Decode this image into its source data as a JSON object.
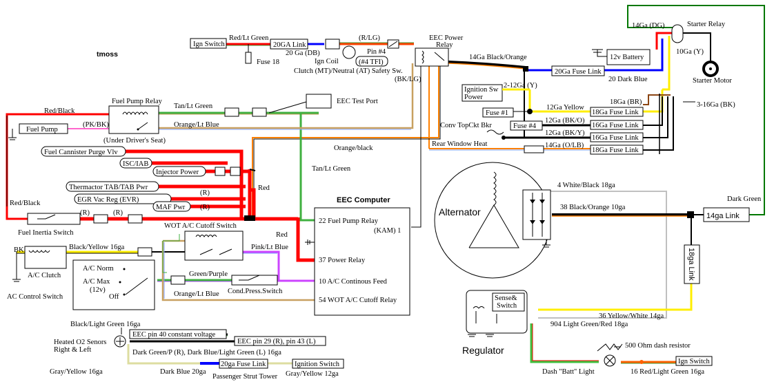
{
  "author": "tmoss",
  "blocks": {
    "eec_computer": "EEC Computer",
    "alternator": "Alternator",
    "regulator": "Regulator",
    "sense_switch": "Sense& Switch",
    "link_14ga": "14ga Link",
    "link_18ga": "18ga Link",
    "battery": "12v Battery",
    "eec_test_port": "EEC Test Port"
  },
  "eec_pins": {
    "kam": "(KAM) 1",
    "p22": "22 Fuel Pump Relay",
    "p37": "37 Power Relay",
    "p10": "10 A/C Continous Feed",
    "p54": "54 WOT A/C Cutoff Relay"
  },
  "labels": {
    "ign_switch_top": "Ign Switch",
    "red_lt_green": "Red/Lt Green",
    "link_20ga": "20GA Link",
    "ga20_db": "20 Ga (DB)",
    "fuse18": "Fuse 18",
    "ign_coil": "Ign Coil",
    "r_lg": "(R/LG)",
    "pin4": "Pin #4",
    "tfi": "(#4 TFI)",
    "clutch_neutral": "Clutch (MT)/Neutral (AT) Safety Sw.",
    "bk_lg": "(BK/LG)",
    "eec_power_relay_1": "EEC Power",
    "eec_power_relay_2": "Relay",
    "ga14_black_orange": "14Ga Black/Orange",
    "fuse_link_20ga": "20Ga Fuse Link",
    "dark_blue_20": "20 Dark Blue",
    "ga14_dg": "14Ga (DG)",
    "starter_relay": "Starter Relay",
    "ga10_y": "10Ga (Y)",
    "starter_motor": "Starter Motor",
    "ignition_sw_power_1": "Ignition Sw",
    "ignition_sw_power_2": "Power",
    "ga2_12_y": "2-12Ga (Y)",
    "fuse1": "Fuse #1",
    "yellow_12ga": "12Ga Yellow",
    "fuse_link_18ga_a": "18Ga Fuse Link",
    "ga18_br": "18Ga (BR)",
    "ga3_16_bk": "3-16Ga (BK)",
    "fuse4": "Fuse #4",
    "ga12_bk_o": "12Ga (BK/O)",
    "fuse_link_16ga_a": "16Ga Fuse Link",
    "conv_top": "Conv TopCkt Bkr",
    "ga12_bk_y": "12Ga (BK/Y)",
    "rear_window": "Rear Window Heat",
    "fuse_link_16ga_b": "16Ga Fuse Link",
    "ga14_o_lb": "14Ga (O/LB)",
    "fuse_link_18ga_b": "18Ga Fuse Link",
    "red_black_top": "Red/Black",
    "fuel_pump_relay": "Fuel Pump Relay",
    "tan_lt_green_top": "Tan/Lt Green",
    "fuel_pump": "Fuel Pump",
    "pk_bk": "(PK/BK)",
    "orange_lt_blue_top": "Orange/Lt Blue",
    "under_seat": "(Under Driver's Seat)",
    "orange_black": "Orange/black",
    "fuel_canister": "Fuel Cannister Purge Vlv",
    "isc_iab": "ISC/IAB",
    "injector_power": "Injector Power",
    "tan_lt_green_mid": "Tan/Lt Green",
    "thermactor": "Thermactor TAB/TAB Pwr",
    "egr": "EGR Vac Reg (EVR)",
    "maf": "MAF Pwr",
    "r": "(R)",
    "red_mid": "Red",
    "red_black_left": "Red/Black",
    "fuel_inertia": "Fuel Inertia Switch",
    "wot_cutoff": "WOT A/C Cutoff Switch",
    "red_lower": "Red",
    "bk": "BK",
    "black_yellow": "Black/Yellow 16ga",
    "pink_lt_blue": "Pink/Lt Blue",
    "ac_clutch": "A/C Clutch",
    "ac_norm": "A/C Norm",
    "ac_max": "A/C Max",
    "v12": "(12v)",
    "off": "Off",
    "green_purple": "Green/Purple",
    "ac_control": "AC Control Switch",
    "orange_lt_blue_low": "Orange/Lt Blue",
    "cond_press": "Cond.Press.Switch",
    "white_black": "4  White/Black 18ga",
    "black_orange_10": "38 Black/Orange 10ga",
    "dark_green": "Dark Green",
    "yellow_white": "36 Yellow/White 14ga",
    "lg_red_904": "904 Light Green/Red 18ga",
    "ohm_resistor": "500 Ohm dash resistor",
    "dash_batt": "Dash \"Batt\" Light",
    "ign_switch_low": "Ign Switch",
    "red_lg_16": "16 Red/Light Green 16ga",
    "black_lg_16": "Black/Light Green 16ga",
    "eec_pin40": "EEC pin 40 constant voltage",
    "heated_o2_1": "Heated O2 Senors",
    "heated_o2_2": "Right & Left",
    "eec_pin29": "EEC pin 29 (R), pin 43 (L)",
    "dkg_dbl": "Dark Green/P (R), Dark Blue/Light Green (L) 16ga",
    "gray_yellow_16": "Gray/Yellow 16ga",
    "dark_blue_20ga": "Dark Blue 20ga",
    "fuse_link_20ga_low": "20ga Fuse Link",
    "passenger_strut": "Passenger Strut Tower",
    "ignition_switch_low": "Ignition Switch",
    "gray_yellow_12": "Gray/Yellow 12ga"
  },
  "wire_colors": {
    "red": "#ff0000",
    "green": "#1a9c1a",
    "blue": "#0000ff",
    "yellow": "#ffee00",
    "orange": "#ff8000",
    "tan": "#c8a060",
    "pink": "#ff66cc",
    "purple": "#b050ff",
    "dark_green": "#007700",
    "brown": "#8b4513",
    "gray": "#a0a0a0",
    "black": "#000000"
  }
}
